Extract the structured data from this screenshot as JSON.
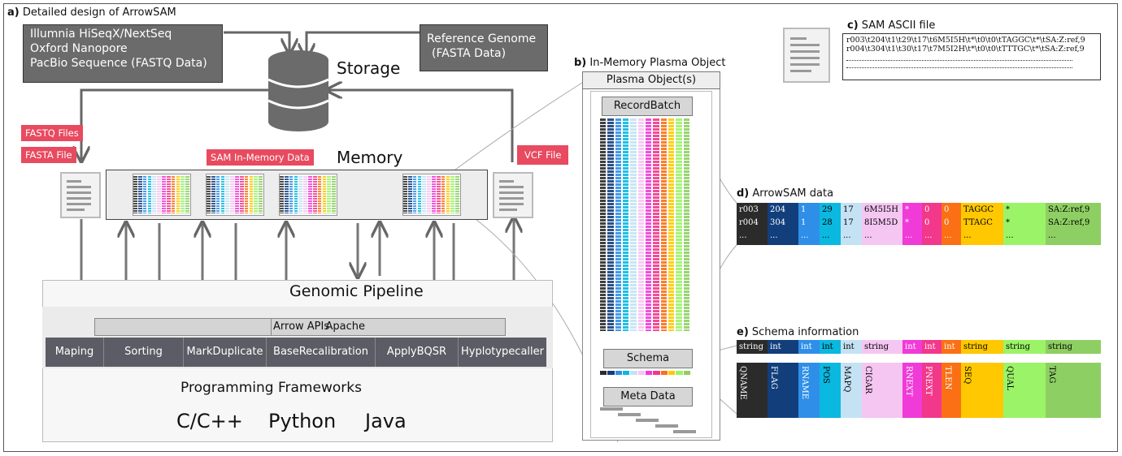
{
  "panel_a": {
    "title_letter": "a)",
    "title": "Detailed design of ArrowSAM",
    "sequencers": [
      "Illumnia HiSeqX/NextSeq",
      "Oxford Nanopore",
      "PacBio Sequence (FASTQ Data)"
    ],
    "reference": [
      "Reference Genome",
      "(FASTA Data)"
    ],
    "storage_label": "Storage",
    "memory_label": "Memory",
    "tags": {
      "fastq": "FASTQ Files",
      "fasta": "FASTA File",
      "sam": "SAM In-Memory Data",
      "vcf": "VCF File"
    },
    "pipeline_label": "Genomic Pipeline",
    "api_left": "Apache",
    "api_right": "Arrow APIs",
    "stages": [
      "Maping",
      "Sorting",
      "MarkDuplicate",
      "BaseRecalibration",
      "ApplyBQSR",
      "Hyplotypecaller"
    ],
    "frameworks_label": "Programming Frameworks",
    "languages": [
      "C/C++",
      "Python",
      "Java"
    ]
  },
  "panel_b": {
    "title_letter": "b)",
    "title": "In-Memory Plasma Object",
    "header": "Plasma Object(s)",
    "record_batch": "RecordBatch",
    "schema": "Schema",
    "meta": "Meta Data"
  },
  "panel_c": {
    "title_letter": "c)",
    "title": "SAM ASCII file",
    "lines": [
      "r003\\t204\\t1\\t29\\t17\\t6M5I5H\\t*\\t0\\t0\\tTAGGC\\t*\\tSA:Z:ref,9",
      "r004\\t304\\t1\\t30\\t17\\t7M5I2H\\t*\\t0\\t0\\tTTTGC\\t*\\tSA:Z:ref,9"
    ]
  },
  "panel_d": {
    "title_letter": "d)",
    "title": "ArrowSAM data",
    "columns": [
      {
        "color": "#2b2b2b",
        "text": "#ffffff",
        "cells": [
          "r003",
          "r004",
          "..."
        ]
      },
      {
        "color": "#123f7c",
        "text": "#ffffff",
        "cells": [
          "204",
          "304",
          "..."
        ]
      },
      {
        "color": "#2f8fe8",
        "text": "#ffffff",
        "cells": [
          "1",
          "1",
          "..."
        ]
      },
      {
        "color": "#0ab8e0",
        "text": "#000000",
        "cells": [
          "29",
          "28",
          "..."
        ]
      },
      {
        "color": "#c4e2f4",
        "text": "#000000",
        "cells": [
          "17",
          "17",
          "..."
        ]
      },
      {
        "color": "#f5c6f2",
        "text": "#000000",
        "cells": [
          "6M5I5H",
          "8I5M5D",
          "..."
        ]
      },
      {
        "color": "#f03bd8",
        "text": "#ffffff",
        "cells": [
          "*",
          "*",
          "..."
        ]
      },
      {
        "color": "#f2388a",
        "text": "#ffffff",
        "cells": [
          "0",
          "0",
          "..."
        ]
      },
      {
        "color": "#fb7014",
        "text": "#ffffff",
        "cells": [
          "0",
          "0",
          "..."
        ]
      },
      {
        "color": "#ffc800",
        "text": "#000000",
        "cells": [
          "TAGGC",
          "TTAGC",
          "..."
        ]
      },
      {
        "color": "#9bf467",
        "text": "#000000",
        "cells": [
          "*",
          "*",
          "..."
        ]
      },
      {
        "color": "#8ecf63",
        "text": "#000000",
        "cells": [
          "SA:Z:ref,9",
          "SA:Z:ref,9",
          "..."
        ]
      }
    ]
  },
  "panel_e": {
    "title_letter": "e)",
    "title": "Schema information",
    "types": [
      "string",
      "int",
      "int",
      "int",
      "int",
      "string",
      "int",
      "int",
      "int",
      "string",
      "string",
      "string"
    ],
    "names": [
      "QNAME",
      "FLAG",
      "RNAME",
      "POS",
      "MAPQ",
      "CIGAR",
      "RNEXT",
      "PNEXT",
      "TLEN",
      "SEQ",
      "QUAL",
      "TAG"
    ]
  }
}
